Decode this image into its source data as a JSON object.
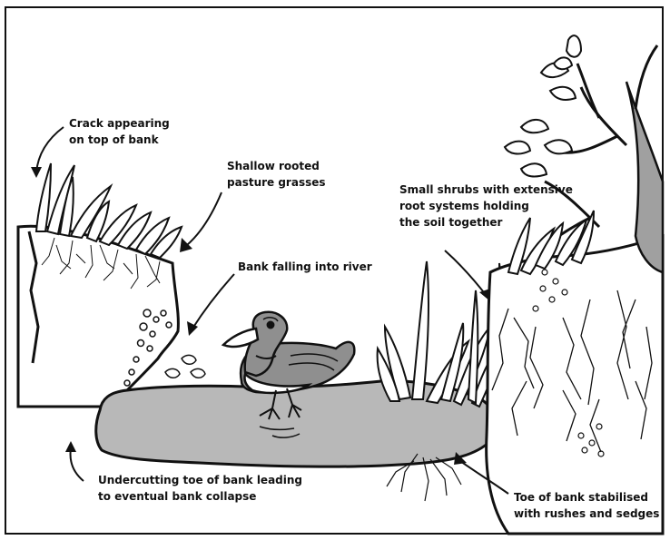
{
  "labels": {
    "crack": [
      "Crack appearing",
      "on top of bank"
    ],
    "grasses": [
      "Shallow rooted",
      "pasture grasses"
    ],
    "falling": [
      "Bank falling into river"
    ],
    "shrubs": [
      "Small shrubs with extensive",
      "root systems holding",
      "the soil together"
    ],
    "undercut": [
      "Undercutting toe of bank leading",
      "to eventual bank collapse"
    ],
    "toe": [
      "Toe of bank stabilised",
      "with rushes and sedges"
    ]
  },
  "colors": {
    "border": "#111111",
    "water": "#b8b8b8",
    "bank": "#ffffff",
    "ink": "#111111",
    "duck_belly": "#ffffff",
    "duck_body": "#8f8f8f",
    "tree_shade": "#a0a0a0"
  }
}
